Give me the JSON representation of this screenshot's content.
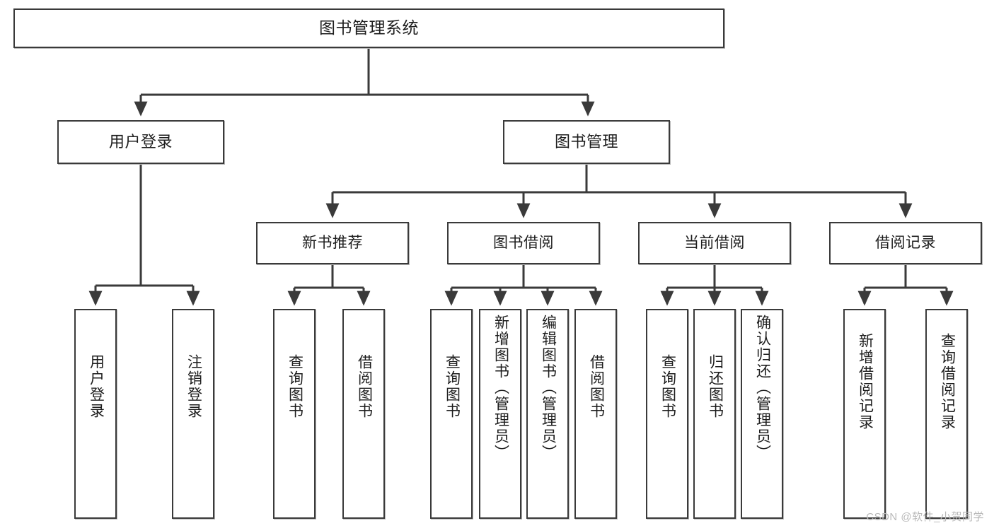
{
  "diagram": {
    "title": "图书管理系统",
    "type": "tree-hierarchy",
    "root": {
      "label": "图书管理系统"
    },
    "level1": [
      {
        "label": "用户登录"
      },
      {
        "label": "图书管理"
      }
    ],
    "level2": [
      {
        "label": "新书推荐"
      },
      {
        "label": "图书借阅"
      },
      {
        "label": "当前借阅"
      },
      {
        "label": "借阅记录"
      }
    ],
    "leaves": {
      "user_login": [
        {
          "label": "用户登录"
        },
        {
          "label": "注销登录"
        }
      ],
      "new_book_recommend": [
        {
          "label": "查询图书"
        },
        {
          "label": "借阅图书"
        }
      ],
      "book_borrow": [
        {
          "label": "查询图书"
        },
        {
          "label": "新增图书（管理员）"
        },
        {
          "label": "编辑图书（管理员）"
        },
        {
          "label": "借阅图书"
        }
      ],
      "current_borrow": [
        {
          "label": "查询图书"
        },
        {
          "label": "归还图书"
        },
        {
          "label": "确认归还（管理员）"
        }
      ],
      "borrow_record": [
        {
          "label": "新增借阅记录"
        },
        {
          "label": "查询借阅记录"
        }
      ]
    }
  },
  "watermark": {
    "text": "CSDN @软件_小贺同学"
  },
  "colors": {
    "border": "#3a3a3a",
    "text": "#1d1d1d",
    "background": "#ffffff",
    "watermark": "#b9b9b9"
  }
}
